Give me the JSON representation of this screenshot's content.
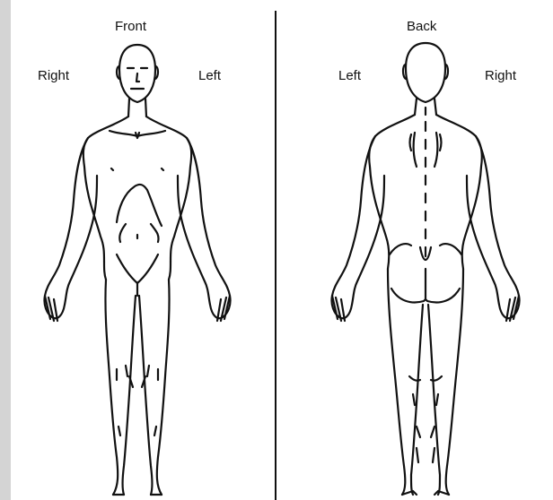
{
  "diagram": {
    "front": {
      "title": "Front",
      "side_left_label": "Right",
      "side_right_label": "Left"
    },
    "back": {
      "title": "Back",
      "side_left_label": "Left",
      "side_right_label": "Right"
    },
    "colors": {
      "line": "#111111",
      "page": "#ffffff",
      "margin": "#d4d4d4"
    }
  }
}
